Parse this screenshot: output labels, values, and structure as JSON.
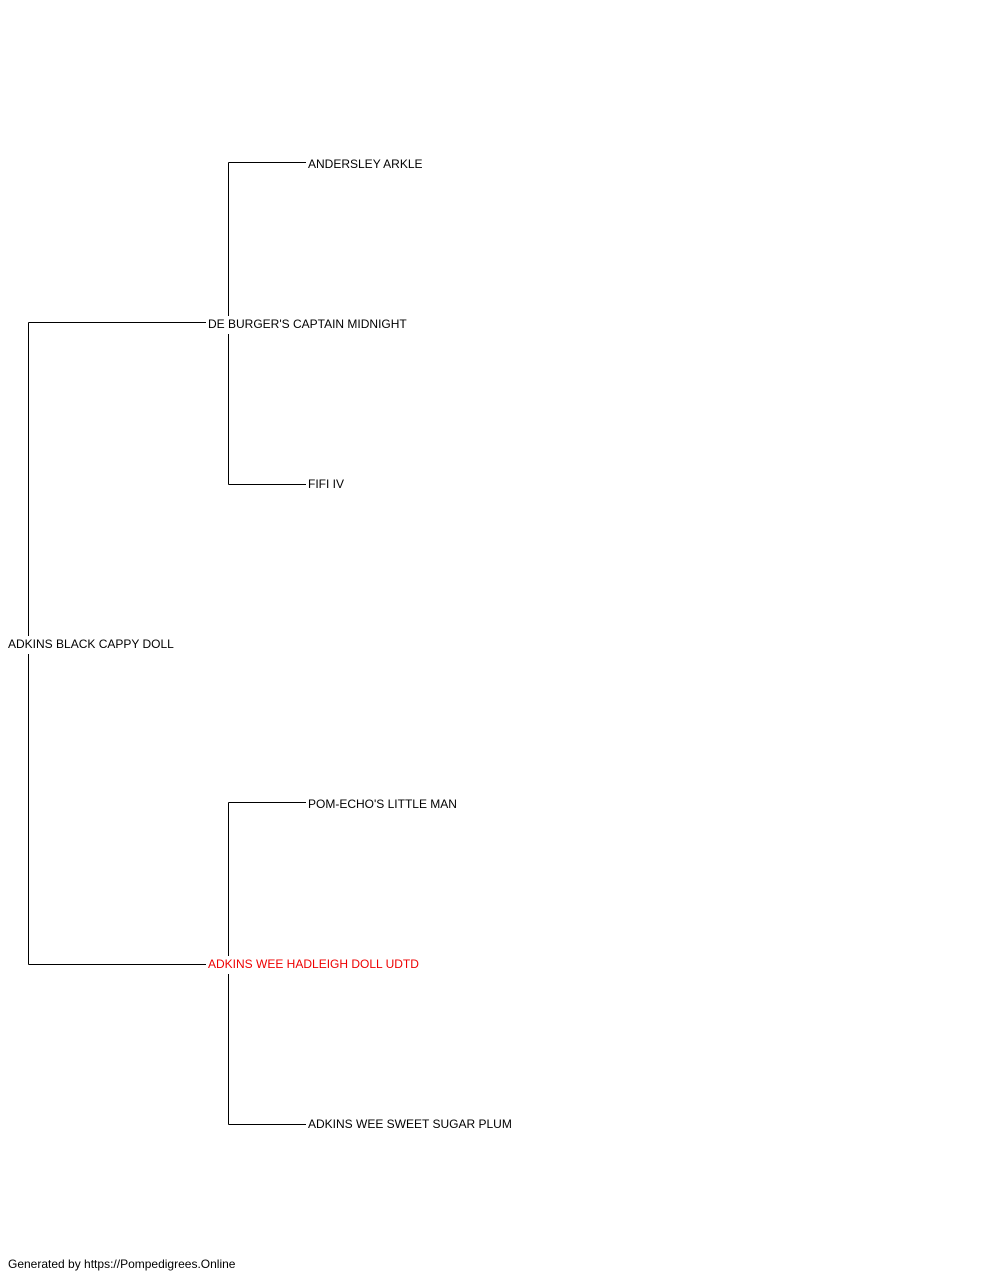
{
  "pedigree": {
    "subject": {
      "name": "ADKINS BLACK CAPPY DOLL"
    },
    "sire": {
      "name": "DE BURGER'S CAPTAIN MIDNIGHT"
    },
    "dam": {
      "name": "ADKINS WEE HADLEIGH DOLL UDTD",
      "color": "#ee0000"
    },
    "sire_sire": {
      "name": "ANDERSLEY ARKLE"
    },
    "sire_dam": {
      "name": "FIFI IV"
    },
    "dam_sire": {
      "name": "POM-ECHO'S LITTLE MAN"
    },
    "dam_dam": {
      "name": "ADKINS WEE SWEET SUGAR PLUM"
    }
  },
  "footer": {
    "text": "Generated by https://Pompedigrees.Online"
  }
}
